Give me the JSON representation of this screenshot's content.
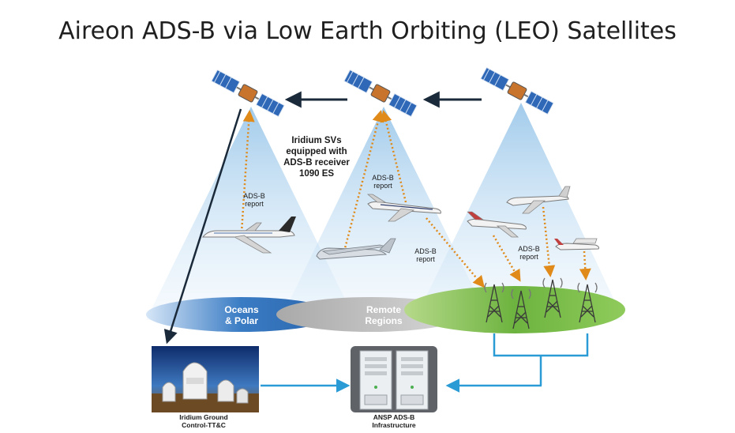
{
  "title": "Aireon ADS-B via Low Earth Orbiting (LEO) Satellites",
  "labels": {
    "iridium_svs": [
      "Iridium SVs",
      "equipped with",
      "ADS-B receiver",
      "1090 ES"
    ],
    "report_left": [
      "ADS-B",
      "report"
    ],
    "report_mid": [
      "ADS-B",
      "report"
    ],
    "report_mid2": [
      "ADS-B",
      "report"
    ],
    "report_right": [
      "ADS-B",
      "report"
    ],
    "oceans": [
      "Oceans",
      "& Polar"
    ],
    "remote": [
      "Remote",
      "Regions"
    ],
    "ground_control": [
      "Iridium Ground",
      "Control-TT&C"
    ],
    "ansp": [
      "ANSP ADS-B",
      "Infrastructure"
    ]
  },
  "colors": {
    "cone": "#9cc8ea",
    "arrow_dark": "#1b2a3a",
    "report_dots": "#e08a1a",
    "link_blue": "#2b9bd6",
    "ocean": "#3a7cc4",
    "remote": "#c9c9c9",
    "land": "#6db33f"
  }
}
